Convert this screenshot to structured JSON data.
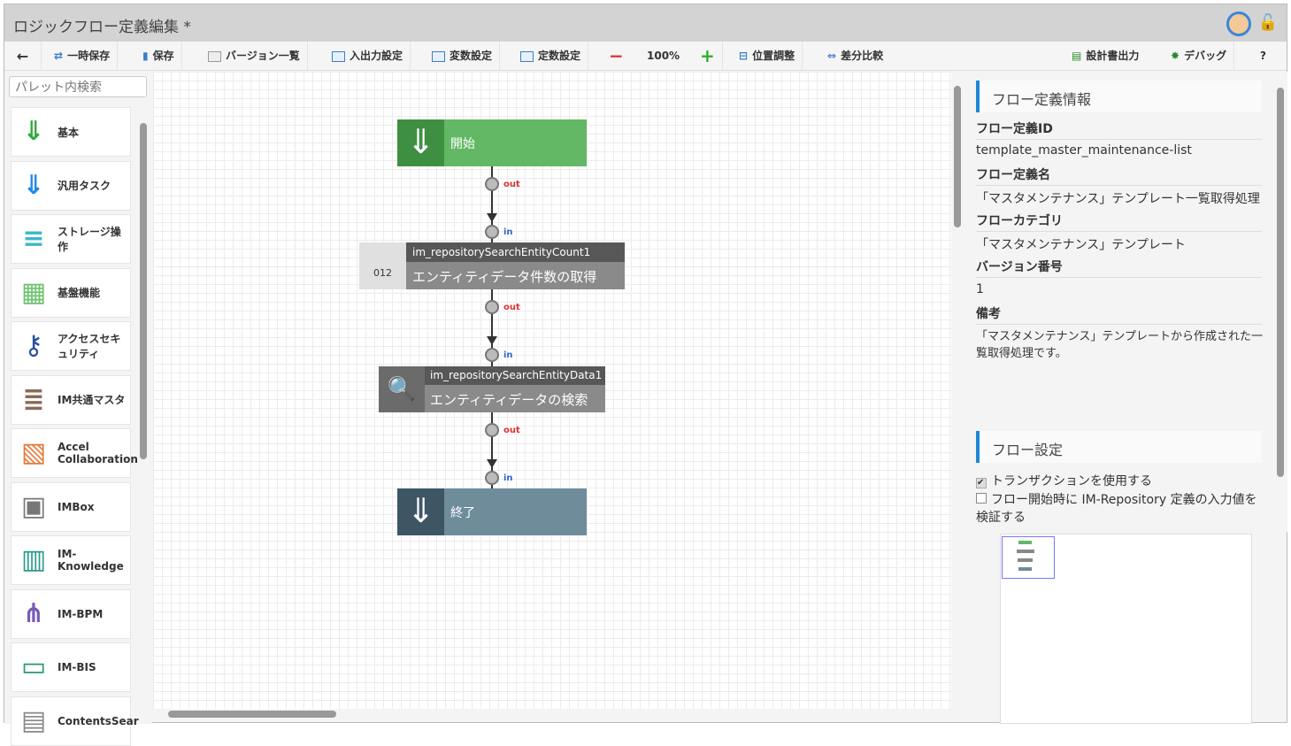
{
  "title": "ロジックフロー定義編集 *",
  "toolbar": {
    "back": "←",
    "temp_save": "一時保存",
    "save": "保存",
    "versions": "バージョン一覧",
    "io": "入出力設定",
    "vars": "変数設定",
    "consts": "定数設定",
    "zoom": "100%",
    "align": "位置調整",
    "diff": "差分比較",
    "export": "設計書出力",
    "debug": "デバッグ",
    "help": "?"
  },
  "palette": {
    "search_placeholder": "パレット内検索",
    "items": [
      "基本",
      "汎用タスク",
      "ストレージ操作",
      "基盤機能",
      "アクセスセキュリティ",
      "IM共通マスタ",
      "Accel Collaboration",
      "IMBox",
      "IM-Knowledge",
      "IM-BPM",
      "IM-BIS",
      "ContentsSear"
    ]
  },
  "flow": {
    "start": "開始",
    "end": "終了",
    "out": "out",
    "in": "in",
    "task1": {
      "id": "im_repositorySearchEntityCount1",
      "name": "エンティティデータ件数の取得"
    },
    "task2": {
      "id": "im_repositorySearchEntityData1",
      "name": "エンティティデータの検索"
    }
  },
  "info": {
    "section": "フロー定義情報",
    "id_label": "フロー定義ID",
    "id": "template_master_maintenance-list",
    "name_label": "フロー定義名",
    "name": "「マスタメンテナンス」テンプレート一覧取得処理",
    "cat_label": "フローカテゴリ",
    "cat": "「マスタメンテナンス」テンプレート",
    "ver_label": "バージョン番号",
    "ver": "1",
    "note_label": "備考",
    "note": "「マスタメンテナンス」テンプレートから作成された一覧取得処理です。"
  },
  "settings": {
    "section": "フロー設定",
    "tx": "トランザクションを使用する",
    "tx_checked": true,
    "validate": "フロー開始時に IM-Repository 定義の入力値を検証する",
    "validate_checked": false
  },
  "colors": {
    "start": "#62b865",
    "end": "#6f8c9b",
    "accent": "#1d88d6"
  }
}
